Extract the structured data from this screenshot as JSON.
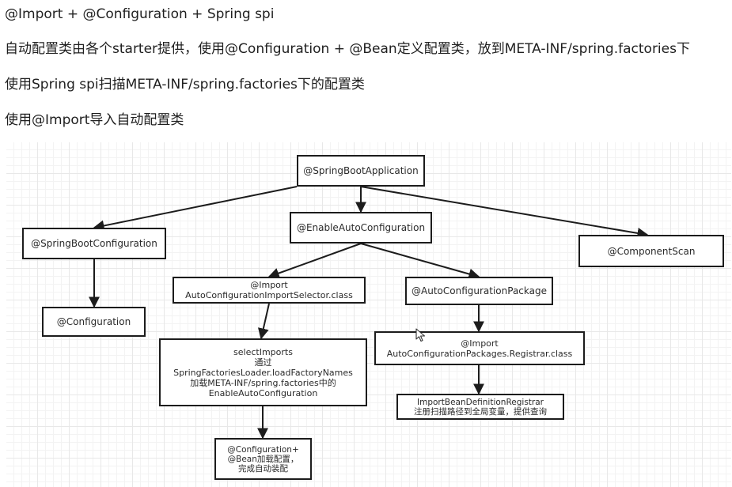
{
  "text_lines": [
    "@Import + @Configuration  +  Spring spi",
    "自动配置类由各个starter提供，使用@Configuration + @Bean定义配置类，放到META-INF/spring.factories下",
    "使用Spring spi扫描META-INF/spring.factories下的配置类",
    "使用@Import导入自动配置类"
  ],
  "diagram": {
    "nodes": {
      "spring_boot_application": [
        "@SpringBootApplication"
      ],
      "spring_boot_configuration": [
        "@SpringBootConfiguration"
      ],
      "enable_auto_configuration": [
        "@EnableAutoConfiguration"
      ],
      "component_scan": [
        "@ComponentScan"
      ],
      "configuration": [
        "@Configuration"
      ],
      "import_selector": [
        "@Import",
        "AutoConfigurationImportSelector.class"
      ],
      "auto_configuration_package": [
        "@AutoConfigurationPackage"
      ],
      "select_imports": [
        "selectImports",
        "通过",
        "SpringFactoriesLoader.loadFactoryNames",
        "加载META-INF/spring.factories中的",
        "EnableAutoConfiguration"
      ],
      "import_registrar": [
        "@Import",
        "AutoConfigurationPackages.Registrar.class"
      ],
      "bean_definition_registrar": [
        "ImportBeanDefinitionRegistrar",
        "注册扫描路径到全局变量，提供查询"
      ],
      "configuration_bean": [
        "@Configuration+",
        "@Bean加载配置，",
        "完成自动装配"
      ]
    },
    "edges": [
      [
        "spring_boot_application",
        "spring_boot_configuration"
      ],
      [
        "spring_boot_application",
        "enable_auto_configuration"
      ],
      [
        "spring_boot_application",
        "component_scan"
      ],
      [
        "spring_boot_configuration",
        "configuration"
      ],
      [
        "enable_auto_configuration",
        "import_selector"
      ],
      [
        "enable_auto_configuration",
        "auto_configuration_package"
      ],
      [
        "import_selector",
        "select_imports"
      ],
      [
        "select_imports",
        "configuration_bean"
      ],
      [
        "auto_configuration_package",
        "import_registrar"
      ],
      [
        "import_registrar",
        "bean_definition_registrar"
      ]
    ],
    "colors": {
      "stroke": "#1c1c1c",
      "grid": "#e8e8e8"
    }
  },
  "icons": {
    "cursor": "mouse-pointer-icon"
  }
}
